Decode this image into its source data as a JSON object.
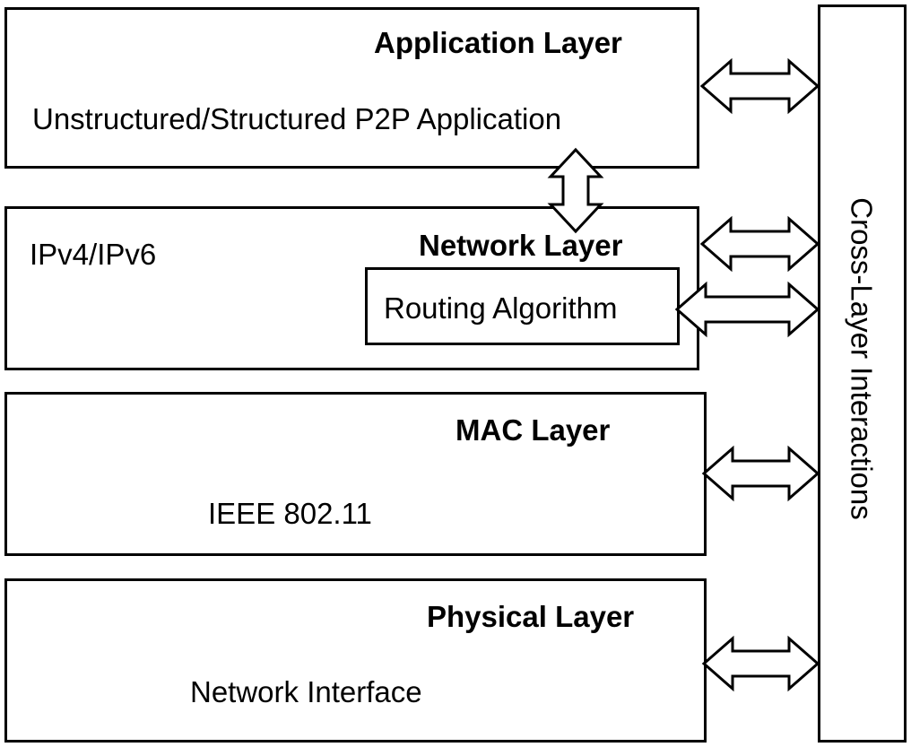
{
  "application_layer": {
    "title": "Application Layer",
    "description": "Unstructured/Structured P2P Application"
  },
  "network_layer": {
    "title": "Network Layer",
    "description": "IPv4/IPv6",
    "routing": "Routing Algorithm"
  },
  "mac_layer": {
    "title": "MAC Layer",
    "description": "IEEE 802.11"
  },
  "physical_layer": {
    "title": "Physical Layer",
    "description": "Network Interface"
  },
  "cross_layer": {
    "label": "Cross-Layer Interactions"
  },
  "colors": {
    "stroke": "#000000",
    "fill": "#ffffff"
  }
}
